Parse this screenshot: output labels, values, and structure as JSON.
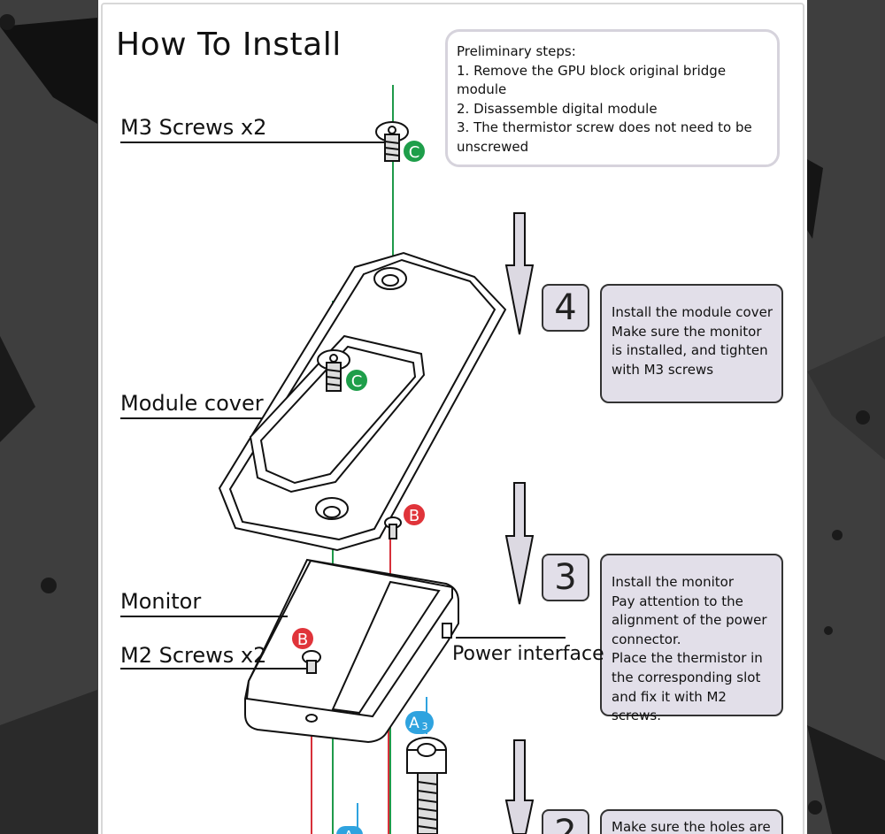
{
  "title": "How To Install",
  "preliminary": {
    "heading": "Preliminary steps:",
    "steps": [
      "1. Remove the GPU block original bridge module",
      "2. Disassemble digital module",
      "3. The thermistor screw does not need to be unscrewed"
    ]
  },
  "steps": [
    {
      "number": "4",
      "lines": [
        "Install the module cover",
        "Make sure the monitor is installed, and tighten with M3 screws"
      ]
    },
    {
      "number": "3",
      "lines": [
        "Install the monitor",
        "Pay attention to the alignment of the power connector.",
        "Place the thermistor in the corresponding slot and fix it with M2 screws."
      ]
    },
    {
      "number": "2",
      "lines": [
        "Make sure the holes are"
      ]
    }
  ],
  "parts": {
    "m3_screws": "M3 Screws x2",
    "module_cover": "Module cover",
    "monitor": "Monitor",
    "m2_screws": "M2 Screws x2",
    "power_interface": "Power interface"
  },
  "markers": {
    "c": "C",
    "b": "B",
    "a": "A",
    "a_sub": "3"
  },
  "colors": {
    "marker_c": "#1e9e4a",
    "marker_b": "#e0343a",
    "marker_a": "#2fa3df",
    "step_fill": "#e2dfe9",
    "guide_green": "#1f9a4a",
    "guide_red": "#d7303a"
  }
}
